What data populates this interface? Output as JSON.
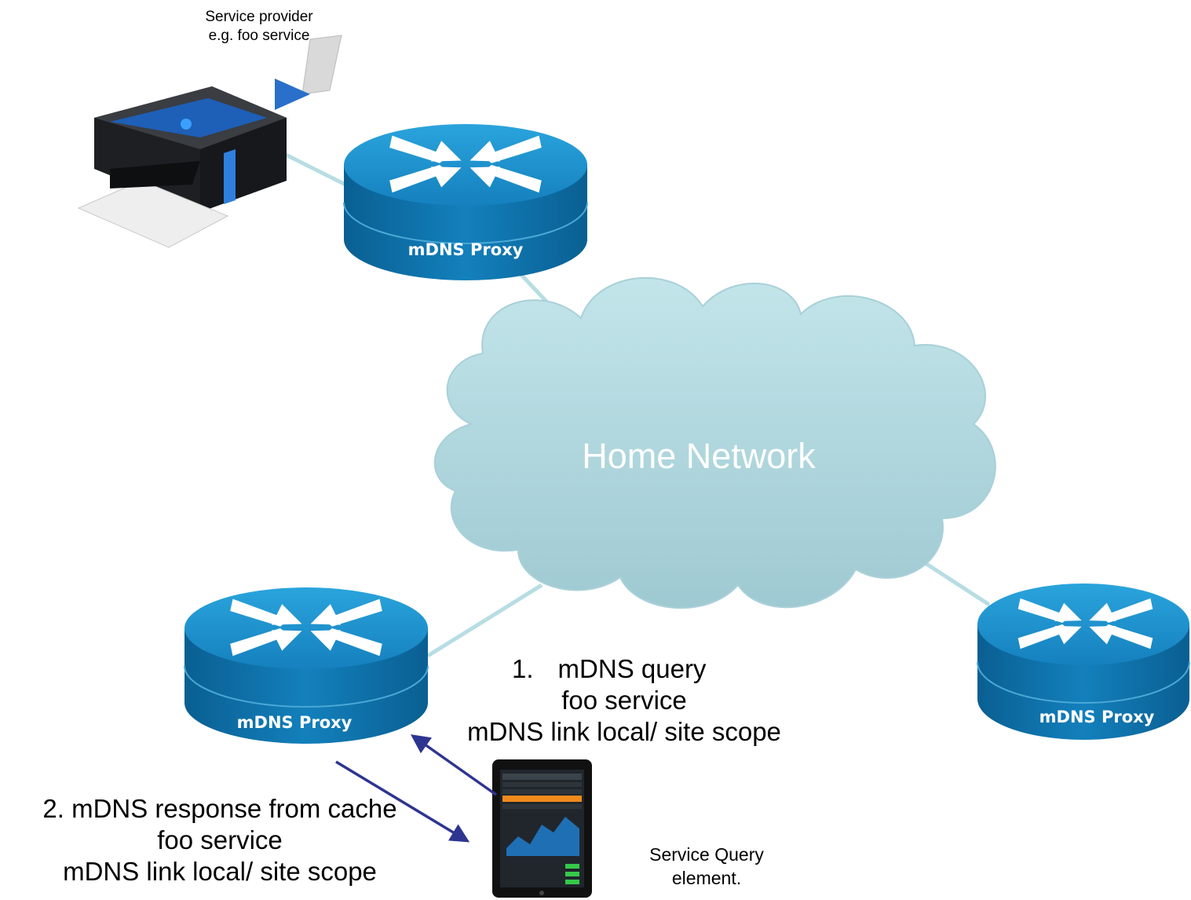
{
  "colors": {
    "router_top": "#1c8fc7",
    "router_side": "#0a6fa8",
    "link": "#b7dde3",
    "cloud": "#b6dde4",
    "arrow": "#2e3590"
  },
  "provider": {
    "line1": "Service provider",
    "line2": "e.g. foo service",
    "icon": "printer-icon"
  },
  "routers": {
    "top": {
      "label": "mDNS Proxy",
      "icon": "router-icon"
    },
    "left": {
      "label": "mDNS Proxy",
      "icon": "router-icon"
    },
    "right": {
      "label": "mDNS Proxy",
      "icon": "router-icon"
    }
  },
  "cloud": {
    "label": "Home Network",
    "icon": "cloud-icon"
  },
  "query": {
    "number": "1.",
    "line1": "mDNS query",
    "line2": "foo service",
    "line3": "mDNS link local/ site scope"
  },
  "response": {
    "line1": "2. mDNS response from cache",
    "line2": "foo service",
    "line3": "mDNS link local/ site scope"
  },
  "client": {
    "line1": "Service Query",
    "line2": "element.",
    "icon": "tablet-icon"
  }
}
